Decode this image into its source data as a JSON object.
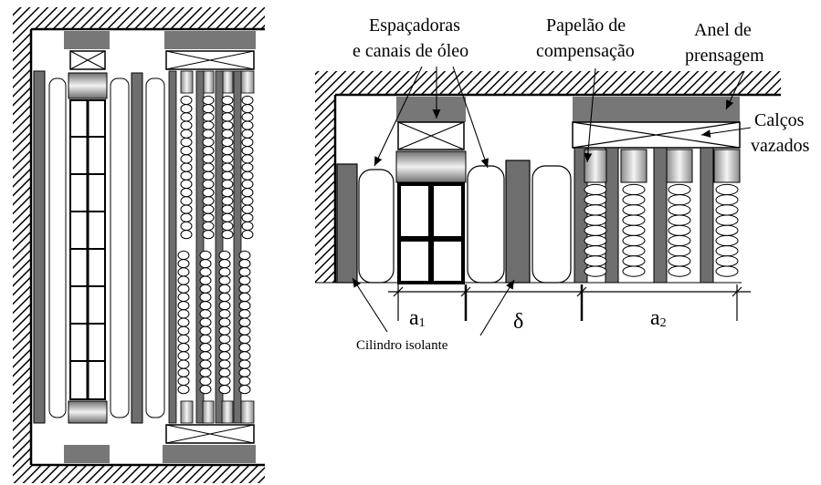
{
  "labels": {
    "spacers_line1": "Espaçadoras",
    "spacers_line2": "e canais de óleo",
    "comp_line1": "Papelão de",
    "comp_line2": "compensação",
    "ring_line1": "Anel de",
    "ring_line2": "prensagem",
    "blocks_line1": "Calços",
    "blocks_line2": "vazados",
    "cylinder": "Cilindro isolante"
  },
  "dimensions": {
    "a1_letter": "a",
    "a1_sub": "1",
    "delta": "δ",
    "a2_letter": "a",
    "a2_sub": "2"
  }
}
